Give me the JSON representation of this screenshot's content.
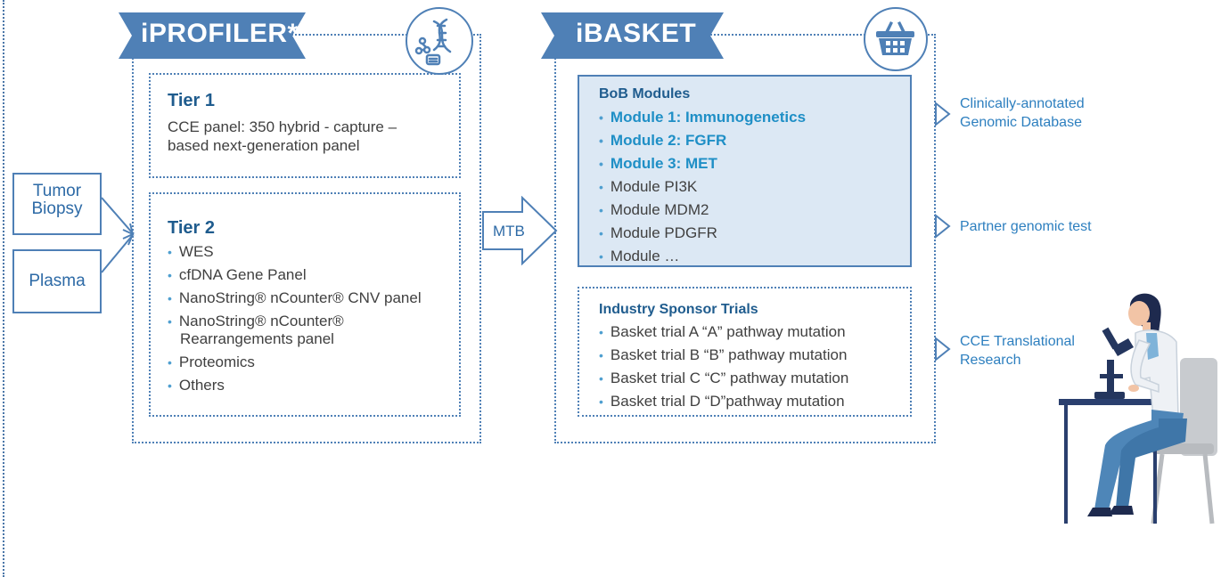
{
  "iprofiler": {
    "title": "iPROFILER*",
    "icon": "dna-icon",
    "tier1": {
      "title": "Tier 1",
      "line1": "CCE panel: 350 hybrid - capture –",
      "line2": "based next-generation panel"
    },
    "tier2": {
      "title": "Tier 2",
      "items": [
        "WES",
        "cfDNA Gene Panel",
        "NanoString® nCounter® CNV panel",
        "NanoString® nCounter®",
        "Proteomics",
        "Others"
      ],
      "item4_cont": "Rearrangements panel"
    }
  },
  "inputs": {
    "tumor_line1": "Tumor",
    "tumor_line2": "Biopsy",
    "plasma": "Plasma"
  },
  "mtb_label": "MTB",
  "ibasket": {
    "title": "iBASKET",
    "icon": "basket-icon",
    "bob": {
      "title": "BoB Modules",
      "items": [
        "Module 1: Immunogenetics",
        "Module 2: FGFR",
        "Module 3: MET",
        "Module PI3K",
        "Module MDM2",
        "Module PDGFR",
        "Module …"
      ]
    },
    "industry": {
      "title": "Industry Sponsor Trials",
      "items": [
        "Basket trial A “A” pathway mutation",
        "Basket trial B “B” pathway mutation",
        "Basket trial C “C” pathway mutation",
        "Basket trial D “D”pathway mutation"
      ]
    }
  },
  "outputs": {
    "o1_line1": "Clinically-annotated",
    "o1_line2": "Genomic Database",
    "o2": "Partner genomic test",
    "o3_line1": "CCE Translational",
    "o3_line2": "Research"
  },
  "colors": {
    "banner": "#4f80b6",
    "title_blue": "#1f5c8e",
    "bold_item": "#1f8fc6",
    "bob_fill": "#dce8f4",
    "bullet": "#4f9fd0"
  }
}
